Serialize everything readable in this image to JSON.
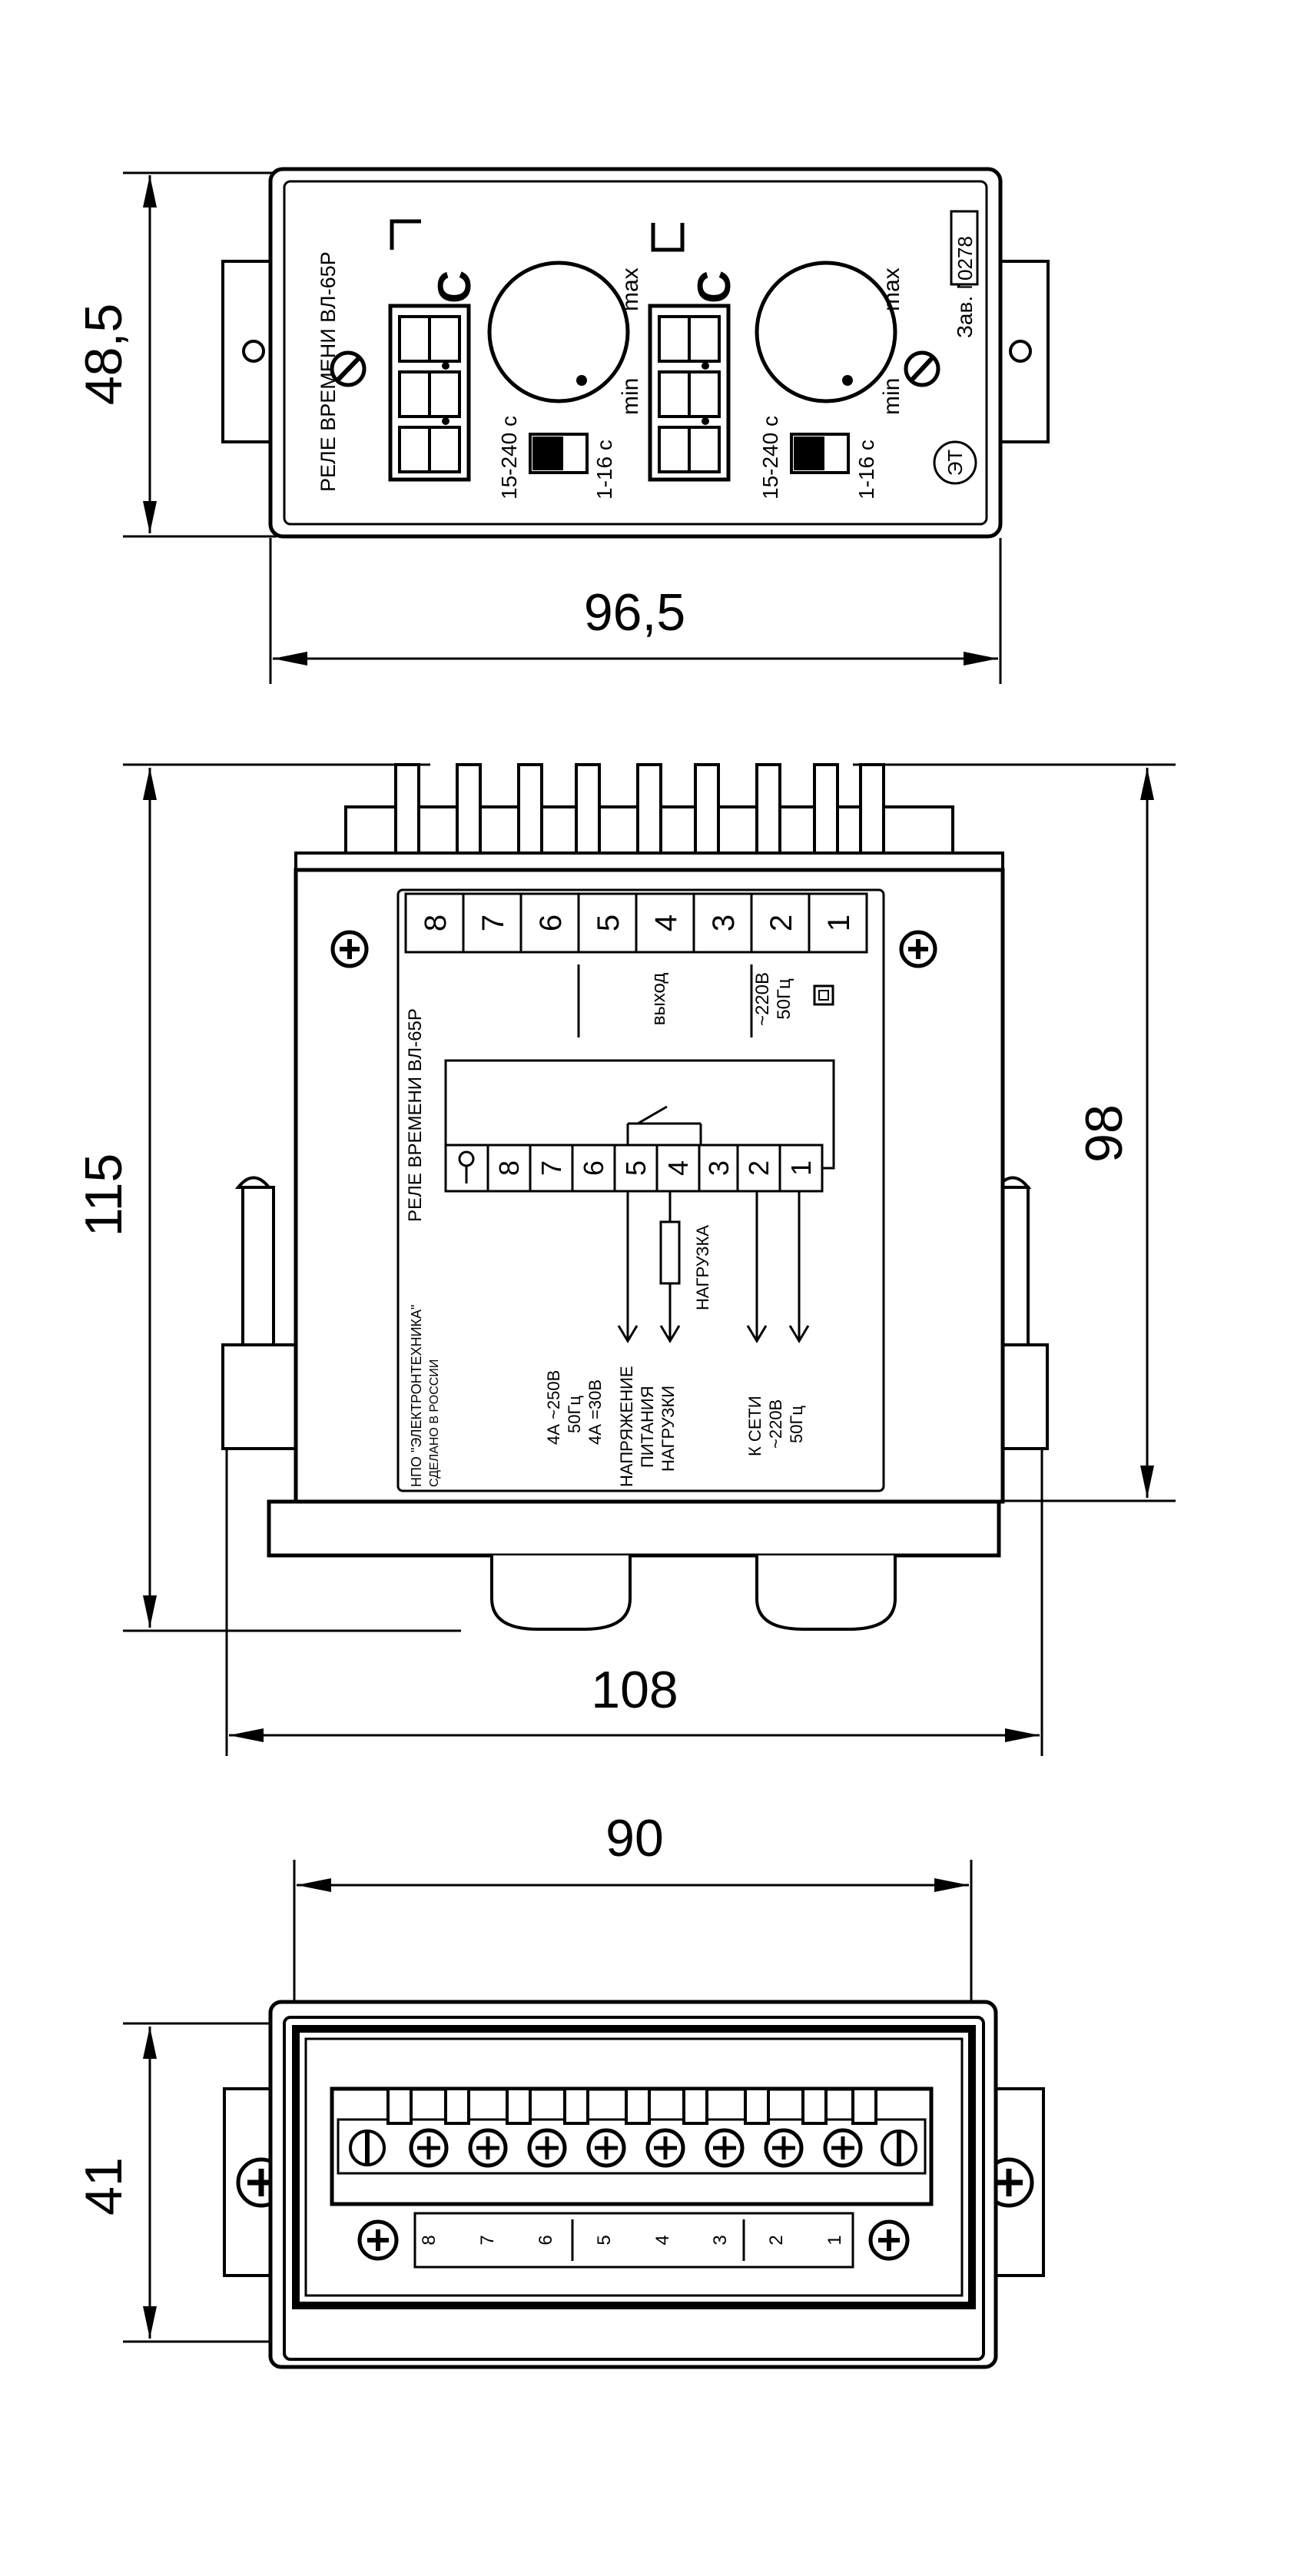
{
  "dimensions": {
    "top_height": "48,5",
    "top_width": "96,5",
    "middle_height_total": "115",
    "middle_height_body": "98",
    "middle_width": "108",
    "bottom_width": "90",
    "bottom_height": "41"
  },
  "front_panel": {
    "title": "РЕЛЕ ВРЕМЕНИ ВЛ-65Р",
    "left_unit": "С",
    "right_unit": "С",
    "range_high": "15-240 с",
    "range_low": "1-16 с",
    "knob_max": "max",
    "knob_min": "min",
    "serial_label": "Зав. №",
    "serial_number": "0278",
    "logo_text": "ЭТ"
  },
  "label_plate": {
    "header_numbers": [
      "8",
      "7",
      "6",
      "5",
      "4",
      "3",
      "2",
      "1"
    ],
    "output_label": "выход",
    "supply_label": "~220В",
    "supply_freq": "50Гц",
    "device_name": "РЕЛЕ ВРЕМЕНИ ВЛ-65Р",
    "terminal_row": [
      "8",
      "7",
      "6",
      "5",
      "4",
      "3",
      "2",
      "1"
    ],
    "load_label": "НАГРУЗКА",
    "maker": "НПО \"ЭЛЕКТРОНТЕХНИКА\"",
    "made_in": "СДЕЛАНО В РОССИИ",
    "rating_ac": "4А ~250В",
    "rating_ac_freq": "50Гц",
    "rating_dc": "4А =30В",
    "load_supply_1": "НАПРЯЖЕНИЕ",
    "load_supply_2": "ПИТАНИЯ",
    "load_supply_3": "НАГРУЗКИ",
    "mains_1": "К СЕТИ",
    "mains_2": "~220В",
    "mains_3": "50Гц"
  },
  "bottom_terminals": [
    "8",
    "7",
    "6",
    "5",
    "4",
    "3",
    "2",
    "1"
  ]
}
